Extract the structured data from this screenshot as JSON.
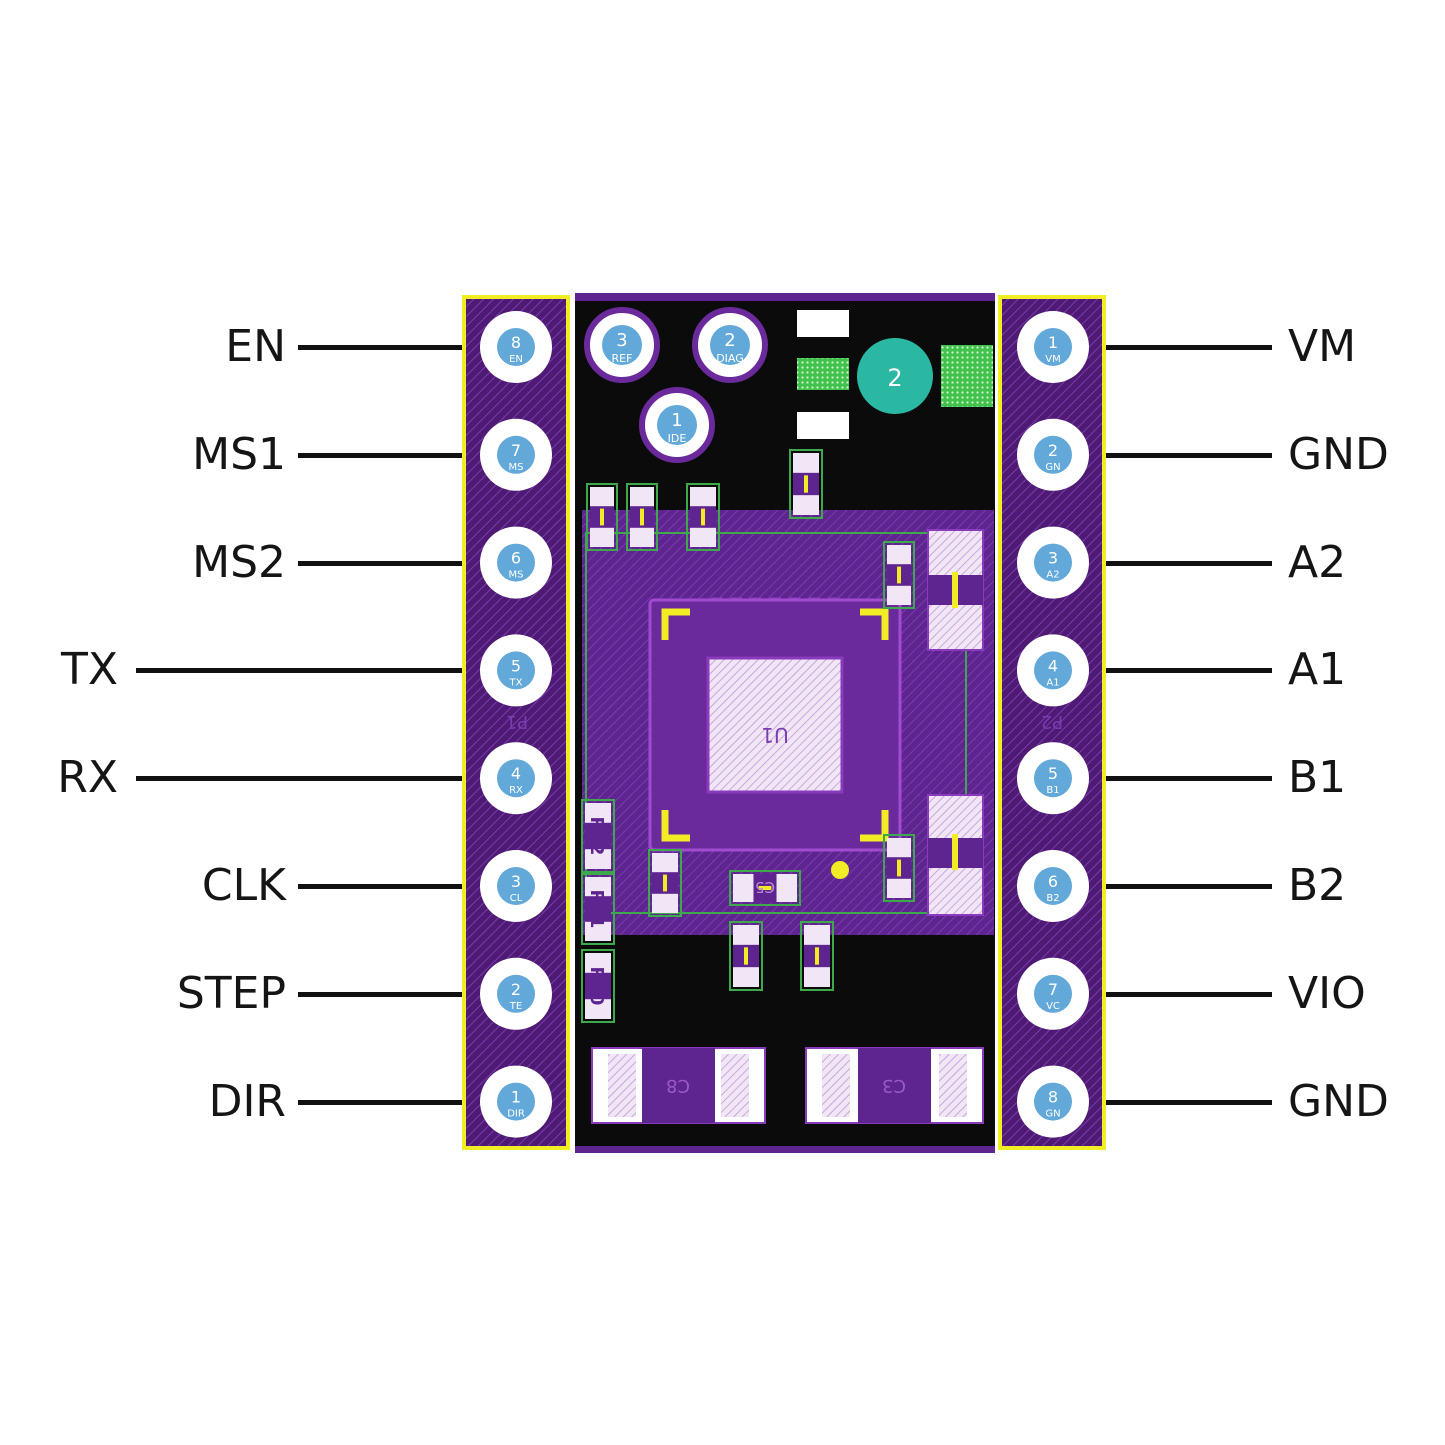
{
  "colors": {
    "board_purple": "#5e2490",
    "header_purple": "#4e1a74",
    "silk_yellow": "#f2ec24",
    "pad_blue": "#62a8d9",
    "mask_black": "#0b0b0b",
    "cap_teal": "#2bb8a3",
    "green_pad": "#40c24c",
    "lead_black": "#111111"
  },
  "left_pins": [
    {
      "label": "EN",
      "pad_num": "8",
      "pad_sub": "EN"
    },
    {
      "label": "MS1",
      "pad_num": "7",
      "pad_sub": "MS"
    },
    {
      "label": "MS2",
      "pad_num": "6",
      "pad_sub": "MS"
    },
    {
      "label": "TX",
      "pad_num": "5",
      "pad_sub": "TX"
    },
    {
      "label": "RX",
      "pad_num": "4",
      "pad_sub": "RX"
    },
    {
      "label": "CLK",
      "pad_num": "3",
      "pad_sub": "CL"
    },
    {
      "label": "STEP",
      "pad_num": "2",
      "pad_sub": "TE"
    },
    {
      "label": "DIR",
      "pad_num": "1",
      "pad_sub": "DIR"
    }
  ],
  "right_pins": [
    {
      "label": "VM",
      "pad_num": "1",
      "pad_sub": "VM"
    },
    {
      "label": "GND",
      "pad_num": "2",
      "pad_sub": "GN"
    },
    {
      "label": "A2",
      "pad_num": "3",
      "pad_sub": "A2"
    },
    {
      "label": "A1",
      "pad_num": "4",
      "pad_sub": "A1"
    },
    {
      "label": "B1",
      "pad_num": "5",
      "pad_sub": "B1"
    },
    {
      "label": "B2",
      "pad_num": "6",
      "pad_sub": "B2"
    },
    {
      "label": "VIO",
      "pad_num": "7",
      "pad_sub": "VC"
    },
    {
      "label": "GND",
      "pad_num": "8",
      "pad_sub": "GN"
    }
  ],
  "top_pads": [
    {
      "num": "3",
      "sub": "REF"
    },
    {
      "num": "2",
      "sub": "DIAG"
    },
    {
      "num": "1",
      "sub": "IDE"
    }
  ],
  "designators": {
    "left_header": "P1",
    "right_header": "P2",
    "ic": "U1",
    "cap_teal": "2",
    "cap_big_left": "C8",
    "cap_big_right": "C3",
    "r_left_a": "R12",
    "r_left_b": "R11",
    "r_left_c": "R10",
    "c_bottom_mid": "C5"
  }
}
